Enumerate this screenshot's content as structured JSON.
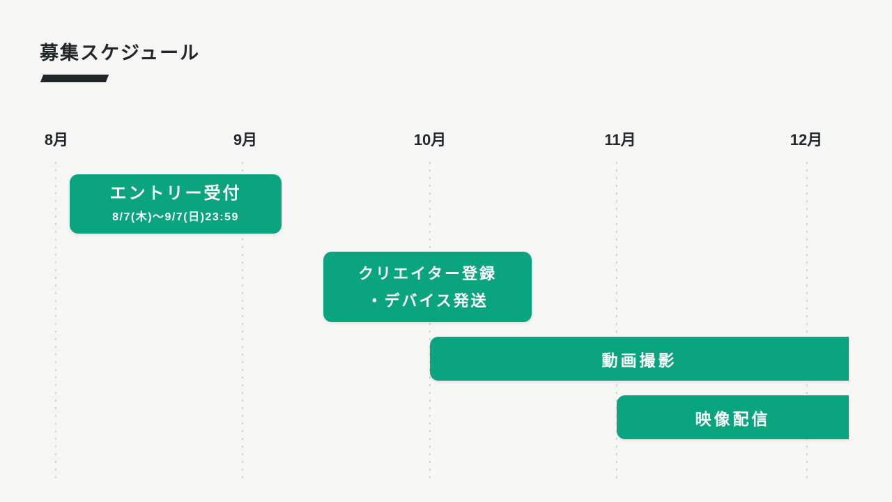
{
  "slide": {
    "title": "募集スケジュール",
    "colors": {
      "background": "#f6f6f4",
      "accent_green": "#0aa57e",
      "ink": "#21262b",
      "gridline": "#d2d2d0",
      "bar_text": "#ffffff"
    }
  },
  "timeline": {
    "months": [
      {
        "label": "8月"
      },
      {
        "label": "9月"
      },
      {
        "label": "10月"
      },
      {
        "label": "11月"
      },
      {
        "label": "12月"
      }
    ]
  },
  "bars": [
    {
      "label": "エントリー受付",
      "sublabel": "8/7(木)〜9/7(日)23:59"
    },
    {
      "line1": "クリエイター登録",
      "line2": "・デバイス発送"
    },
    {
      "label": "動画撮影"
    },
    {
      "label": "映像配信"
    }
  ],
  "chart_data": {
    "type": "bar",
    "subtype": "gantt-timeline",
    "title": "募集スケジュール",
    "x_axis": {
      "unit": "month",
      "ticks": [
        "8月",
        "9月",
        "10月",
        "11月",
        "12月"
      ],
      "range_months": [
        8,
        12.4
      ],
      "gridlines": "dotted-vertical"
    },
    "legend": "none",
    "tasks": [
      {
        "name": "エントリー受付",
        "detail": "8/7(木)〜9/7(日)23:59",
        "start_month": 8.1,
        "end_month": 9.2,
        "row": 1,
        "open_ended": false
      },
      {
        "name": "クリエイター登録・デバイス発送",
        "detail": "",
        "start_month": 9.4,
        "end_month": 10.5,
        "row": 2,
        "open_ended": false
      },
      {
        "name": "動画撮影",
        "detail": "",
        "start_month": 10.0,
        "end_month": 12.2,
        "row": 3,
        "open_ended": true
      },
      {
        "name": "映像配信",
        "detail": "",
        "start_month": 11.0,
        "end_month": 12.2,
        "row": 4,
        "open_ended": true
      }
    ],
    "bar_color": "#0aa57e"
  }
}
